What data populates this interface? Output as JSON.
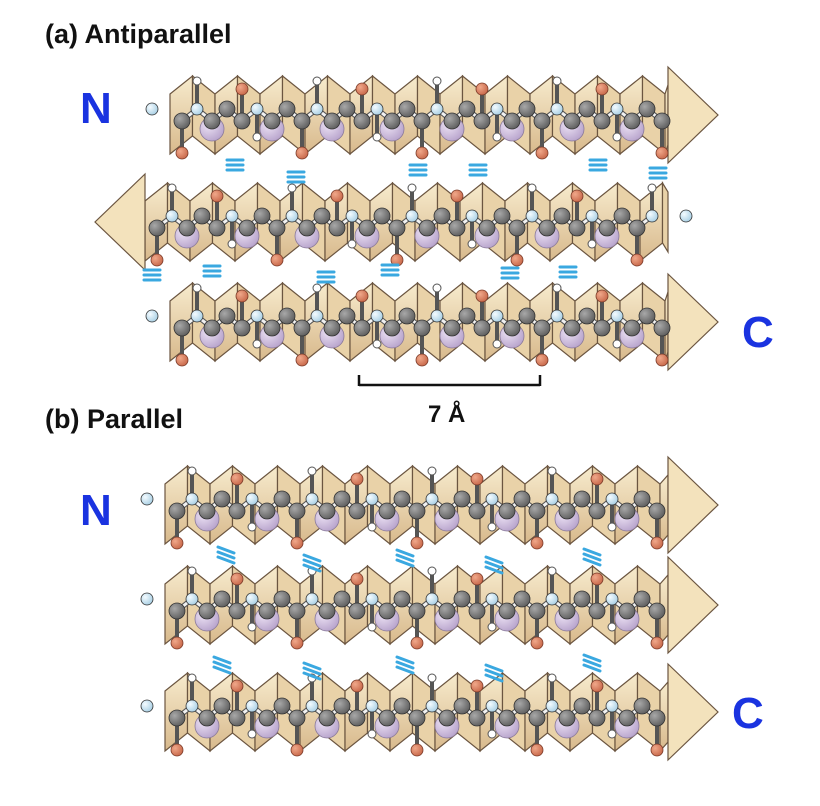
{
  "panels": [
    {
      "title": "(a)  Antiparallel",
      "kind": "antiparallel",
      "strands": [
        {
          "direction": "right",
          "terminal_label": "N"
        },
        {
          "direction": "left",
          "terminal_label": ""
        },
        {
          "direction": "right",
          "terminal_label": "C"
        }
      ],
      "scale_bar": "7 Å"
    },
    {
      "title": "(b)  Parallel",
      "kind": "parallel",
      "strands": [
        {
          "direction": "right",
          "terminal_label": "N"
        },
        {
          "direction": "right",
          "terminal_label": ""
        },
        {
          "direction": "right",
          "terminal_label": "C"
        }
      ]
    }
  ],
  "colors": {
    "label_blue": "#1a33e0",
    "ribbon_light": "#f4e4c0",
    "ribbon_dark": "#c9a578",
    "ribbon_edge": "#6b5540",
    "carbon": "#7a7a7a",
    "oxygen": "#e08a6a",
    "nitrogen": "#d8ecf6",
    "hydrogen": "#ffffff",
    "side_chain": "#d9cbe6",
    "hbond": "#3aa8e0"
  }
}
